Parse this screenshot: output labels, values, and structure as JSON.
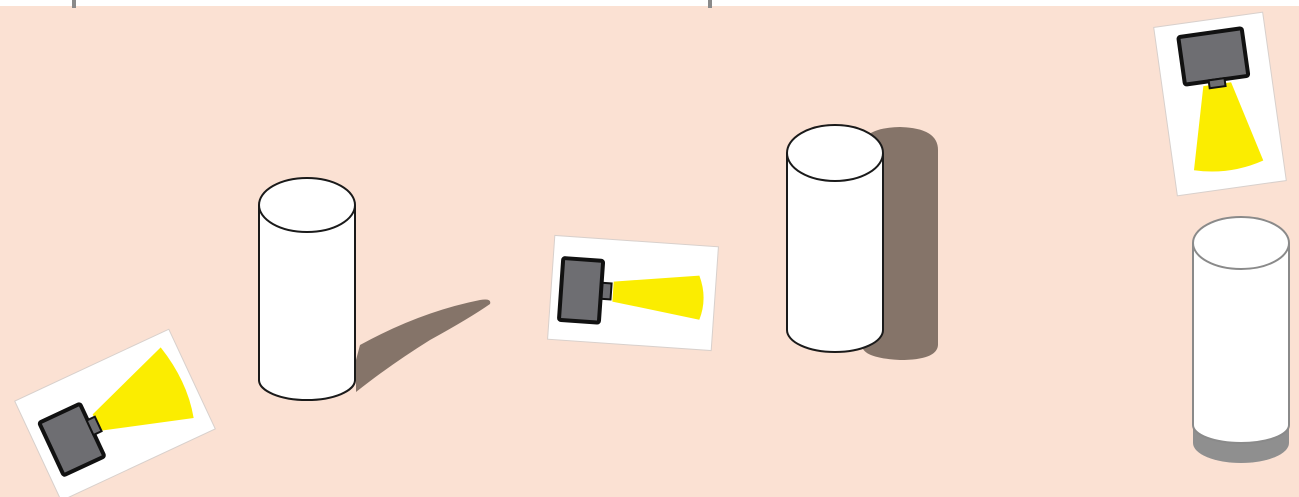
{
  "colors": {
    "background": "#fbe1d3",
    "cylinder_fill": "#ffffff",
    "cylinder_stroke": "#1a1a1a",
    "cylinder_stroke_faded": "#8a8a8a",
    "shadow": "#857469",
    "light_beam": "#fbed00",
    "lamp_body": "#6e6e72",
    "lamp_border": "#111111",
    "card_fill": "#ffffff",
    "base_band": "#8f8f8f"
  },
  "scenes": [
    {
      "lamp_direction": "side-low",
      "shadow_type": "long-diagonal"
    },
    {
      "lamp_direction": "side-level",
      "shadow_type": "offset-column"
    },
    {
      "lamp_direction": "overhead",
      "shadow_type": "base-ring"
    }
  ]
}
